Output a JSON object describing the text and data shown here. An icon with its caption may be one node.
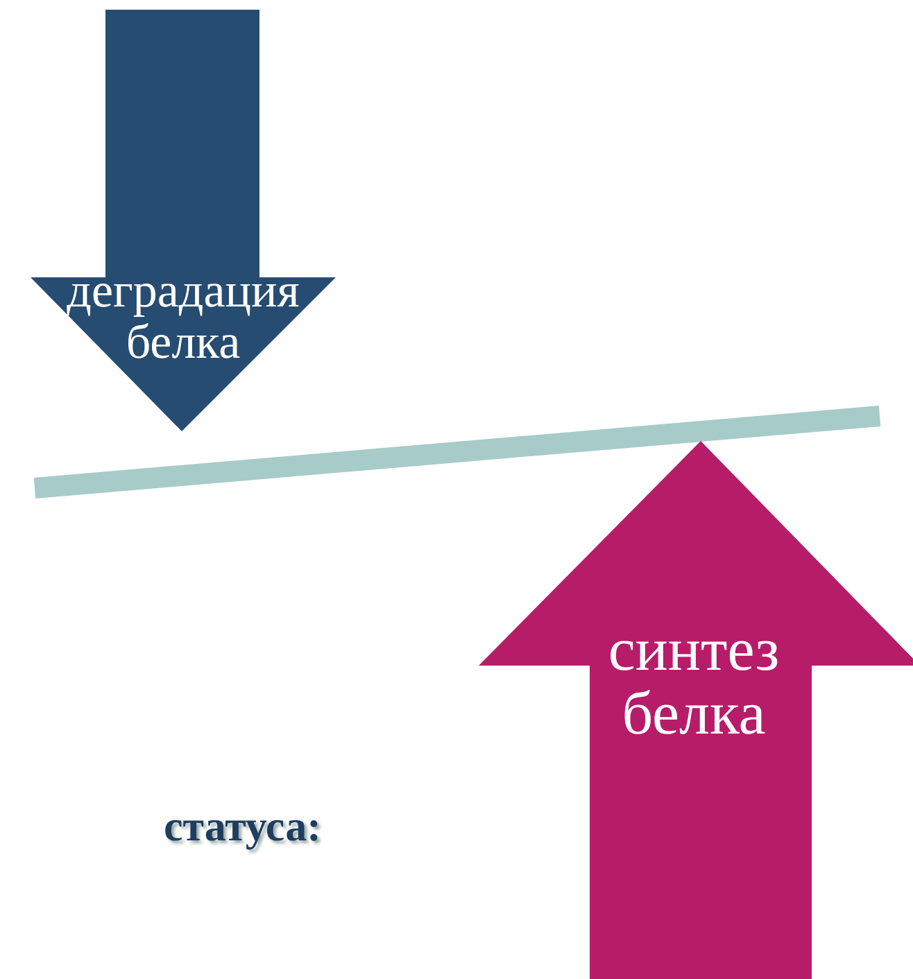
{
  "diagram": {
    "nodes": [
      {
        "text": [
          "деградация белка"
        ]
      },
      {
        "text": [],
        "shape": "bar"
      },
      {
        "text": [
          "синтез белка"
        ]
      }
    ],
    "labels": [
      "статуса:"
    ]
  }
}
